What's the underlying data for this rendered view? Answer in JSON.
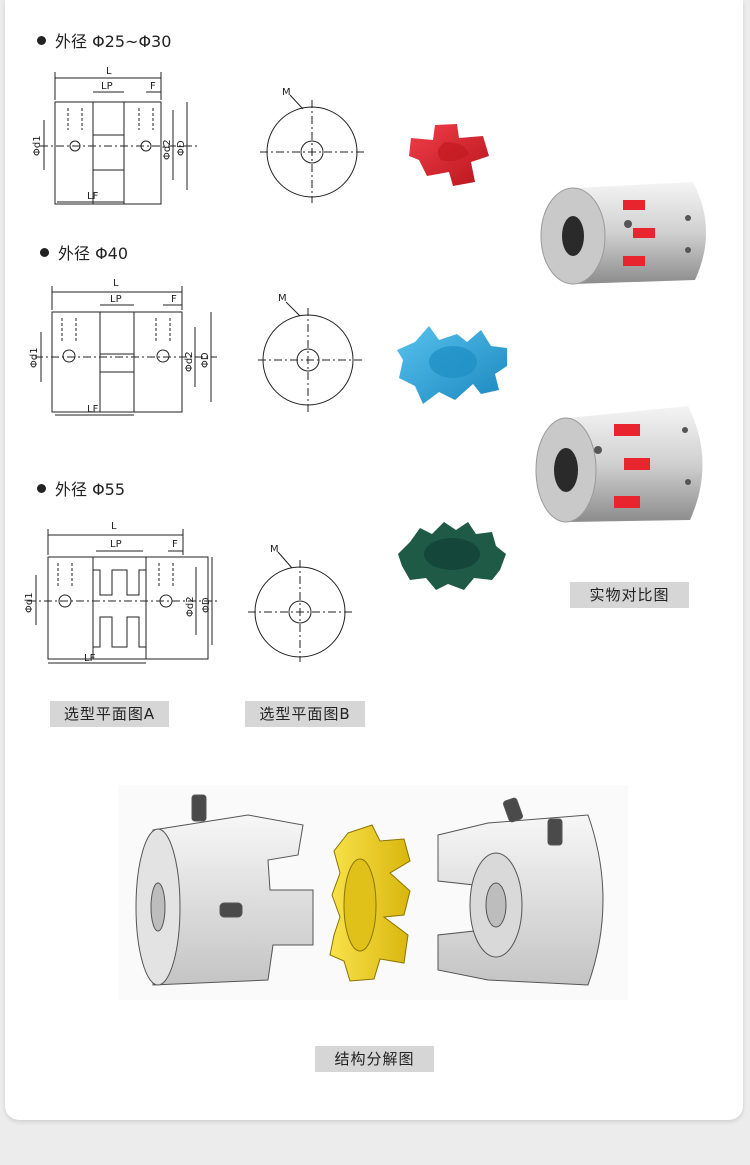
{
  "headings": {
    "h1": "外径 Φ25~Φ30",
    "h2": "外径 Φ40",
    "h3": "外径 Φ55"
  },
  "dims": {
    "L": "L",
    "LP": "LP",
    "F": "F",
    "LF": "LF",
    "d1": "Φd1",
    "d2": "Φd2",
    "D": "ΦD",
    "M": "M"
  },
  "labels": {
    "plan_a": "选型平面图A",
    "plan_b": "选型平面图B",
    "photo_compare": "实物对比图",
    "exploded": "结构分解图"
  },
  "colors": {
    "spider_red": "#e8252f",
    "spider_blue": "#2aa4dc",
    "spider_green": "#1e5a45",
    "spider_yellow": "#f2d21c",
    "metal": "#d9d9d9",
    "label_bg": "#d6d6d6"
  }
}
